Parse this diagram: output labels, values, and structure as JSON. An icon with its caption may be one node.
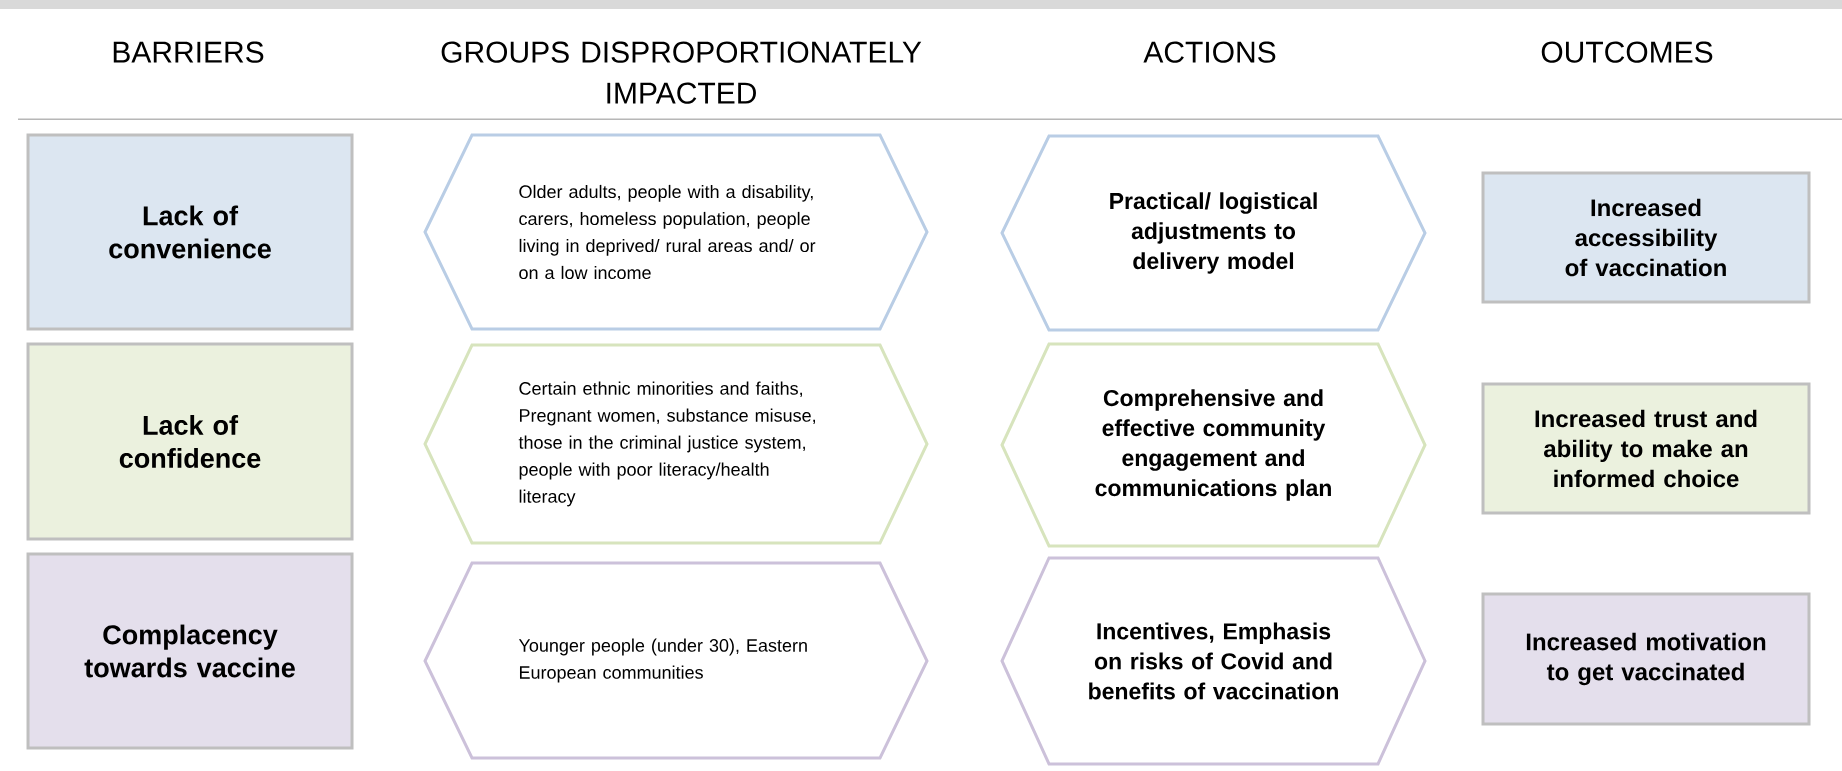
{
  "diagram": {
    "nodes": [
      {
        "text": [
          "Lack of convenience"
        ]
      },
      {
        "text": [
          "Older adults, people with a disability, carers, homeless population, people living in deprived/ rural areas and/ or on a low income"
        ]
      },
      {
        "text": [
          "Practical/ logistical adjustments to delivery model"
        ]
      },
      {
        "text": [
          "Increased accessibility of vaccination"
        ]
      },
      {
        "text": [
          "Lack of confidence"
        ]
      },
      {
        "text": [
          "Certain ethnic minorities and faiths, Pregnant women, substance misuse, those in the criminal justice system, people with poor literacy/health literacy"
        ]
      },
      {
        "text": [
          "Comprehensive and effective community engagement and communications plan"
        ]
      },
      {
        "text": [
          "Increased trust and ability to make an informed choice"
        ]
      },
      {
        "text": [
          "Complacency towards vaccine"
        ]
      },
      {
        "text": [
          "Younger people (under 30), Eastern European communities"
        ]
      },
      {
        "text": [
          "Incentives, Emphasis on risks of Covid and benefits of vaccination"
        ]
      },
      {
        "text": [
          "Increased motivation to get vaccinated"
        ]
      }
    ],
    "labels": [
      "BARRIERS",
      "GROUPS DISPROPORTIONATELY IMPACTED",
      "ACTIONS",
      "OUTCOMES"
    ]
  }
}
